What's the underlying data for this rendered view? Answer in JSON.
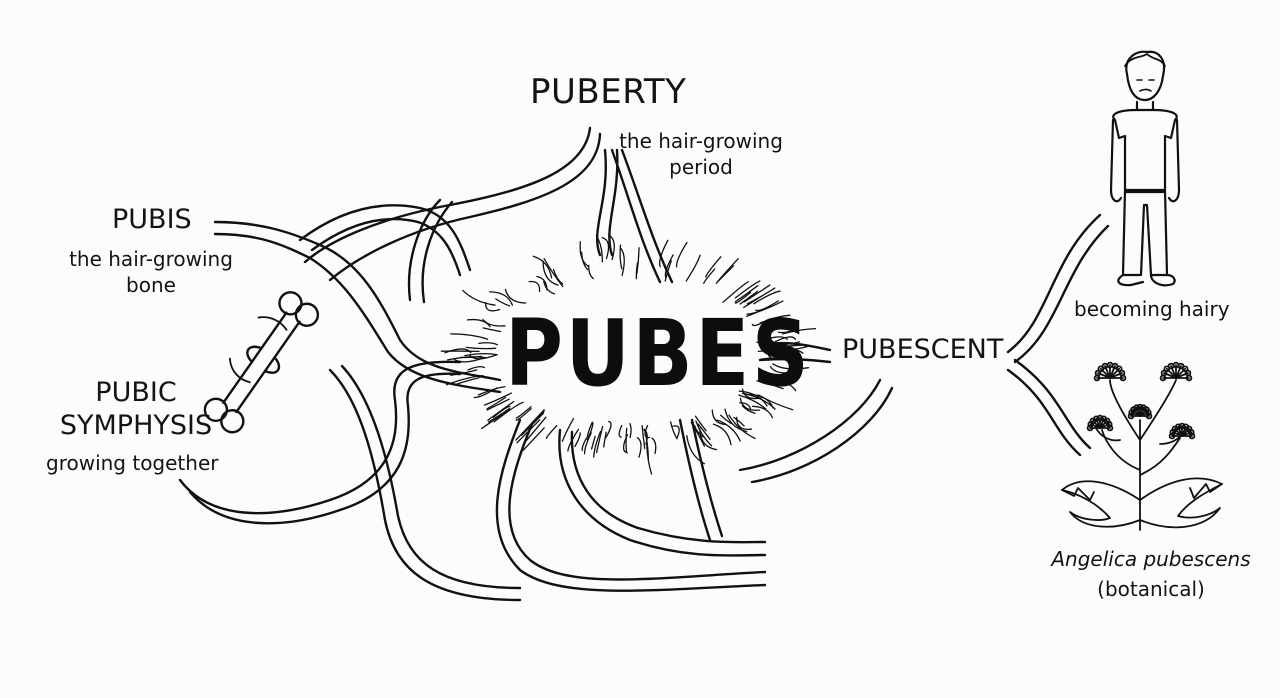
{
  "center": {
    "word": "PUBES"
  },
  "puberty": {
    "title": "PUBERTY",
    "line1": "the hair-growing",
    "line2": "period"
  },
  "pubis": {
    "title": "PUBIS",
    "line1": "the hair-growing",
    "line2": "bone"
  },
  "symphysis": {
    "title1": "PUBIC",
    "title2": "SYMPHYSIS",
    "line1": "growing together"
  },
  "pubescent": {
    "title": "PUBESCENT"
  },
  "hairy": {
    "caption": "becoming hairy"
  },
  "botanical": {
    "name": "Angelica pubescens",
    "note": "(botanical)"
  },
  "icons": {
    "bone": "bone-icon",
    "person": "teen-person-icon",
    "plant": "angelica-plant-icon"
  },
  "colors": {
    "ink": "#111111",
    "paper": "#fcfcfa"
  }
}
